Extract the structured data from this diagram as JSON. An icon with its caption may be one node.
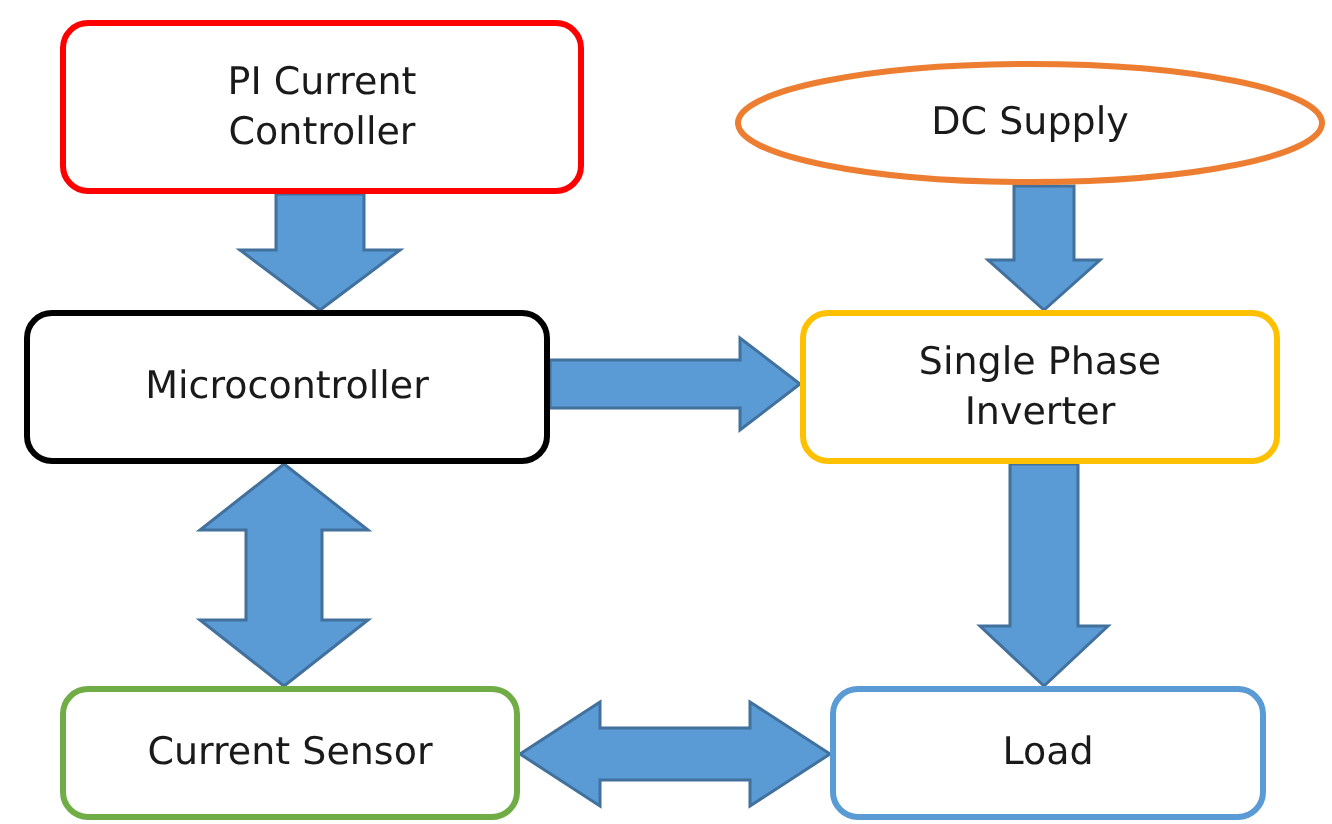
{
  "diagram": {
    "nodes": [
      {
        "text": [
          "PI Current Controller"
        ]
      },
      {
        "text": [
          "DC Supply"
        ]
      },
      {
        "text": [
          "Microcontroller"
        ]
      },
      {
        "text": [
          "Single Phase Inverter"
        ]
      },
      {
        "text": [
          "Current Sensor"
        ]
      },
      {
        "text": [
          "Load"
        ]
      }
    ],
    "edges": [
      {
        "from": 0,
        "to": 2,
        "arrow": "to"
      },
      {
        "from": 1,
        "to": 3,
        "arrow": "to"
      },
      {
        "from": 2,
        "to": 3,
        "arrow": "to"
      },
      {
        "from": 3,
        "to": 5,
        "arrow": "to"
      },
      {
        "from": 2,
        "to": 4,
        "arrow": "both"
      },
      {
        "from": 4,
        "to": 5,
        "arrow": "both"
      }
    ]
  }
}
